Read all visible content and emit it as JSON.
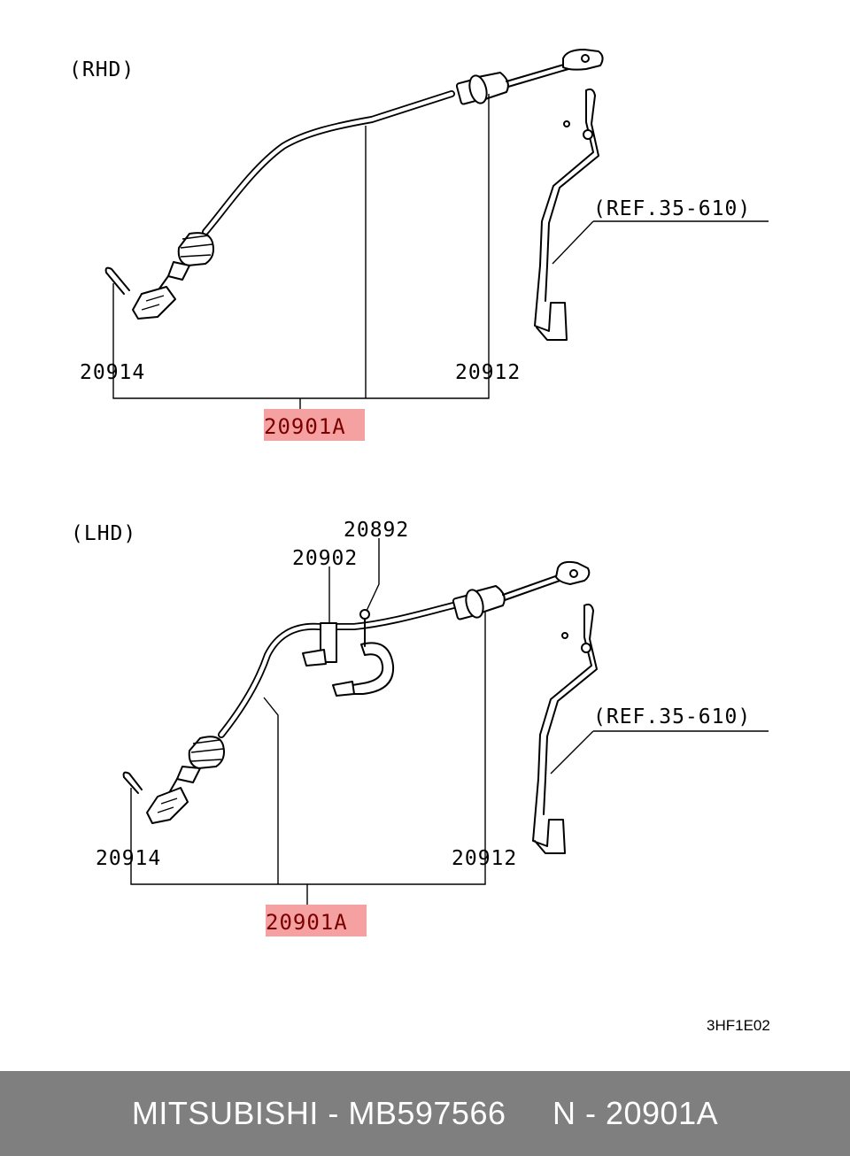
{
  "rhd": {
    "section_label": "(RHD)",
    "ref_label": "(REF.35-610)",
    "part_left": "20914",
    "part_right": "20912",
    "assembly": "20901A"
  },
  "lhd": {
    "section_label": "(LHD)",
    "ref_label": "(REF.35-610)",
    "part_left": "20914",
    "part_right": "20912",
    "part_clamp": "20892",
    "part_bracket": "20902",
    "assembly": "20901A"
  },
  "diagram_code": "3HF1E02",
  "footer": {
    "text": "MITSUBISHI - MB597566     N - 20901A"
  },
  "colors": {
    "highlight": "#f06e6e",
    "footer_bg": "#7f7f7f"
  }
}
